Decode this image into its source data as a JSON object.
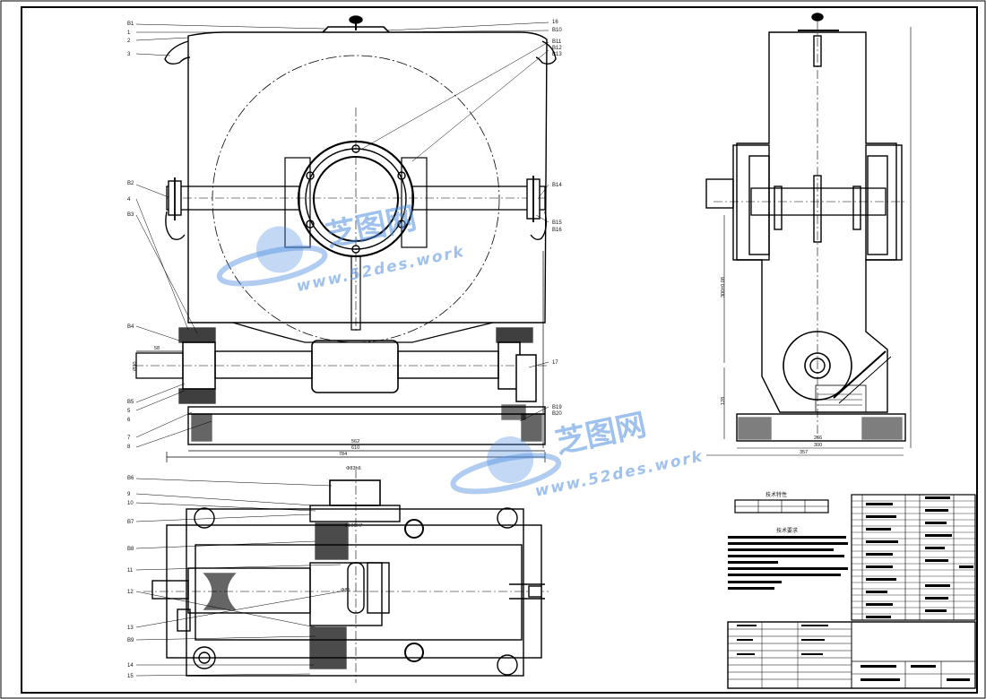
{
  "views": {
    "front": {
      "left_labels": [
        "B1",
        "1",
        "2",
        "3",
        "B2",
        "4",
        "B3",
        "B4",
        "B5",
        "5",
        "6",
        "7",
        "8"
      ],
      "right_labels": [
        "16",
        "B10",
        "B11",
        "B12",
        "B13",
        "B14",
        "B15",
        "B16",
        "17",
        "B19",
        "B20"
      ],
      "dims": [
        "58",
        "562",
        "610",
        "784"
      ],
      "shaft_dim": "Ø30"
    },
    "side": {
      "dims": [
        "266",
        "300",
        "357",
        "128",
        "300±0.08"
      ]
    },
    "top": {
      "left_labels": [
        "B6",
        "9",
        "10",
        "B7",
        "B8",
        "11",
        "12",
        "13",
        "B9",
        "14",
        "15"
      ],
      "notes": [
        "Φ83h6",
        "Φ100H7",
        "Φ85"
      ]
    }
  },
  "tables": {
    "tech_char_title": "技术特性",
    "tech_req_title": "技术要求"
  },
  "watermark": {
    "brand": "芝图网",
    "url": "www.52des.work"
  }
}
